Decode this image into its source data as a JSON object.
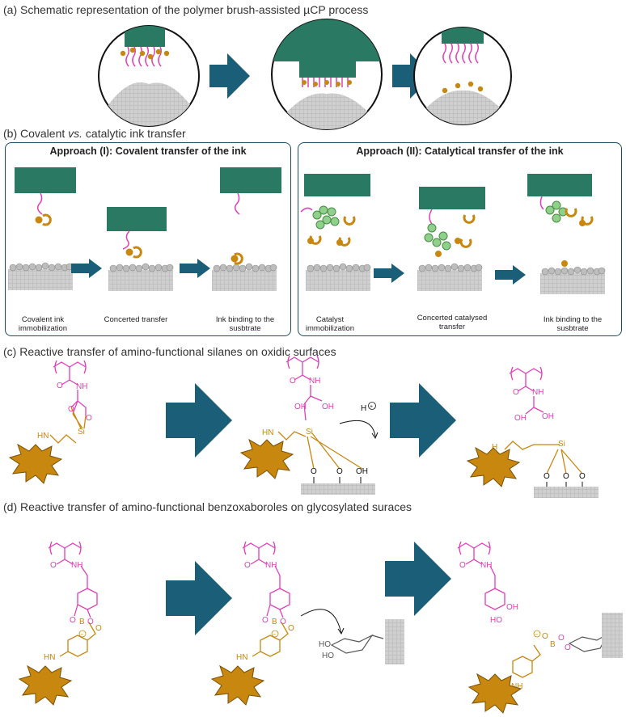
{
  "section_a": {
    "title": "(a) Schematic representation of the polymer brush-assisted µCP process"
  },
  "section_b": {
    "title": "(b) Covalent vs. catalytic ink transfer",
    "approach1": {
      "title": "Approach (I): Covalent transfer of the ink",
      "captions": [
        "Covalent ink immobilization",
        "Concerted transfer",
        "Ink binding to the susbtrate"
      ]
    },
    "approach2": {
      "title": "Approach (II): Catalytical transfer of the ink",
      "captions": [
        "Catalyst immobilization",
        "Concerted catalysed transfer",
        "Ink binding to the susbtrate"
      ]
    }
  },
  "section_c": {
    "title": "(c) Reactive transfer of amino-functional silanes on oxidic surfaces"
  },
  "section_d": {
    "title": "(d) Reactive transfer of amino-functional benzoxaboroles on glycosylated suraces"
  },
  "chem_labels": {
    "o": "O",
    "nh": "NH",
    "hn": "HN",
    "oh": "OH",
    "ho": "HO",
    "si": "Si",
    "b": "B",
    "h_plus": "H",
    "plus": "+",
    "minus": "−",
    "h": "H"
  },
  "colors": {
    "stamp": "#2a7a63",
    "arrow": "#1b5e78",
    "polymer": "#e040b8",
    "ink": "#c8870f",
    "substrate": "#c8c8c8",
    "panel_border": "#1e4d63",
    "catalyst": "#8fd08a",
    "star": "#c8870f"
  }
}
